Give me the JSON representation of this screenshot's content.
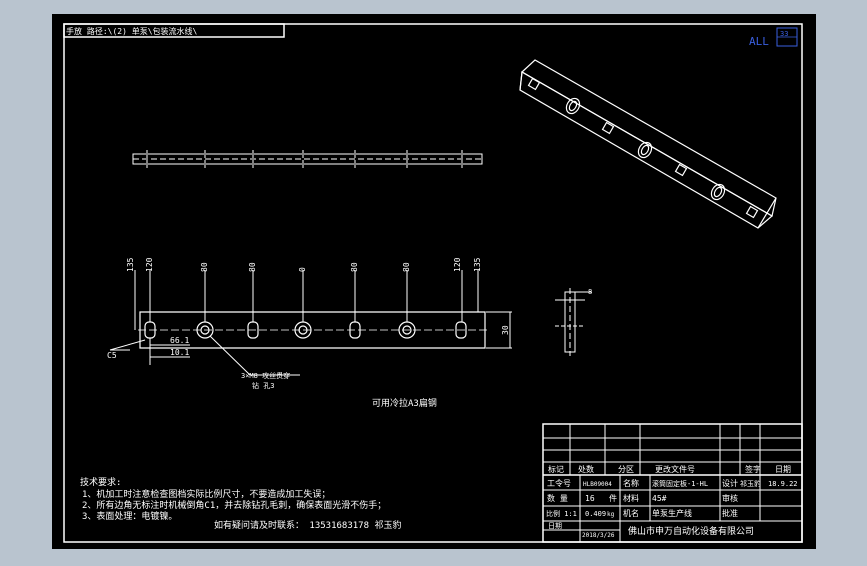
{
  "title": "手放 路径:\\(2) 单泵\\包装流水线\\",
  "view_label": "ALL",
  "view_badge": "33",
  "note_material": "可用冷拉A3扁钢",
  "dims": {
    "top_labels": [
      "135",
      "120",
      "80",
      "80",
      "0",
      "80",
      "80",
      "120",
      "135"
    ],
    "d66": "66.1",
    "d101": "10.1",
    "chamfer": "C5",
    "height30": "30",
    "thread_note": "3×M8 攻丝贯穿",
    "thread_note2": "钻 孔3",
    "side_8": "8"
  },
  "tech": {
    "heading": "技术要求:",
    "lines": [
      "1、机加工时注意检查图档实际比例尺寸，不要造成加工失误；",
      "2、所有边角无标注时机械倒角C1，并去除钻孔毛刺，确保表面光滑不伤手；",
      "3、表面处理：电镀镍。"
    ],
    "contact": "如有疑问请及时联系：  13531683178  祁玉豹"
  },
  "title_block": {
    "header": [
      "标记",
      "处数",
      "分区",
      "更改文件号",
      "签字",
      "日期"
    ],
    "row_drawing_no": {
      "label": "工令号",
      "value": "HLB09004",
      "name_label": "名称",
      "name": "滚筒固定板-1-HL",
      "design_label": "设计",
      "designer": "祁玉豹",
      "date": "18.9.22"
    },
    "row_qty": {
      "label": "数 量",
      "value": "16",
      "unit": "件",
      "mat_label": "材料",
      "material": "45#",
      "review_label": "审核"
    },
    "row_scale": {
      "label": "比例 1:1",
      "value": "0.409",
      "unit": "kg",
      "machine_label": "机名",
      "machine": "单泵生产线",
      "approve_label": "批准"
    },
    "row_date": {
      "label": "日期",
      "value": "2018/3/26",
      "company": "佛山市申万自动化设备有限公司"
    }
  }
}
